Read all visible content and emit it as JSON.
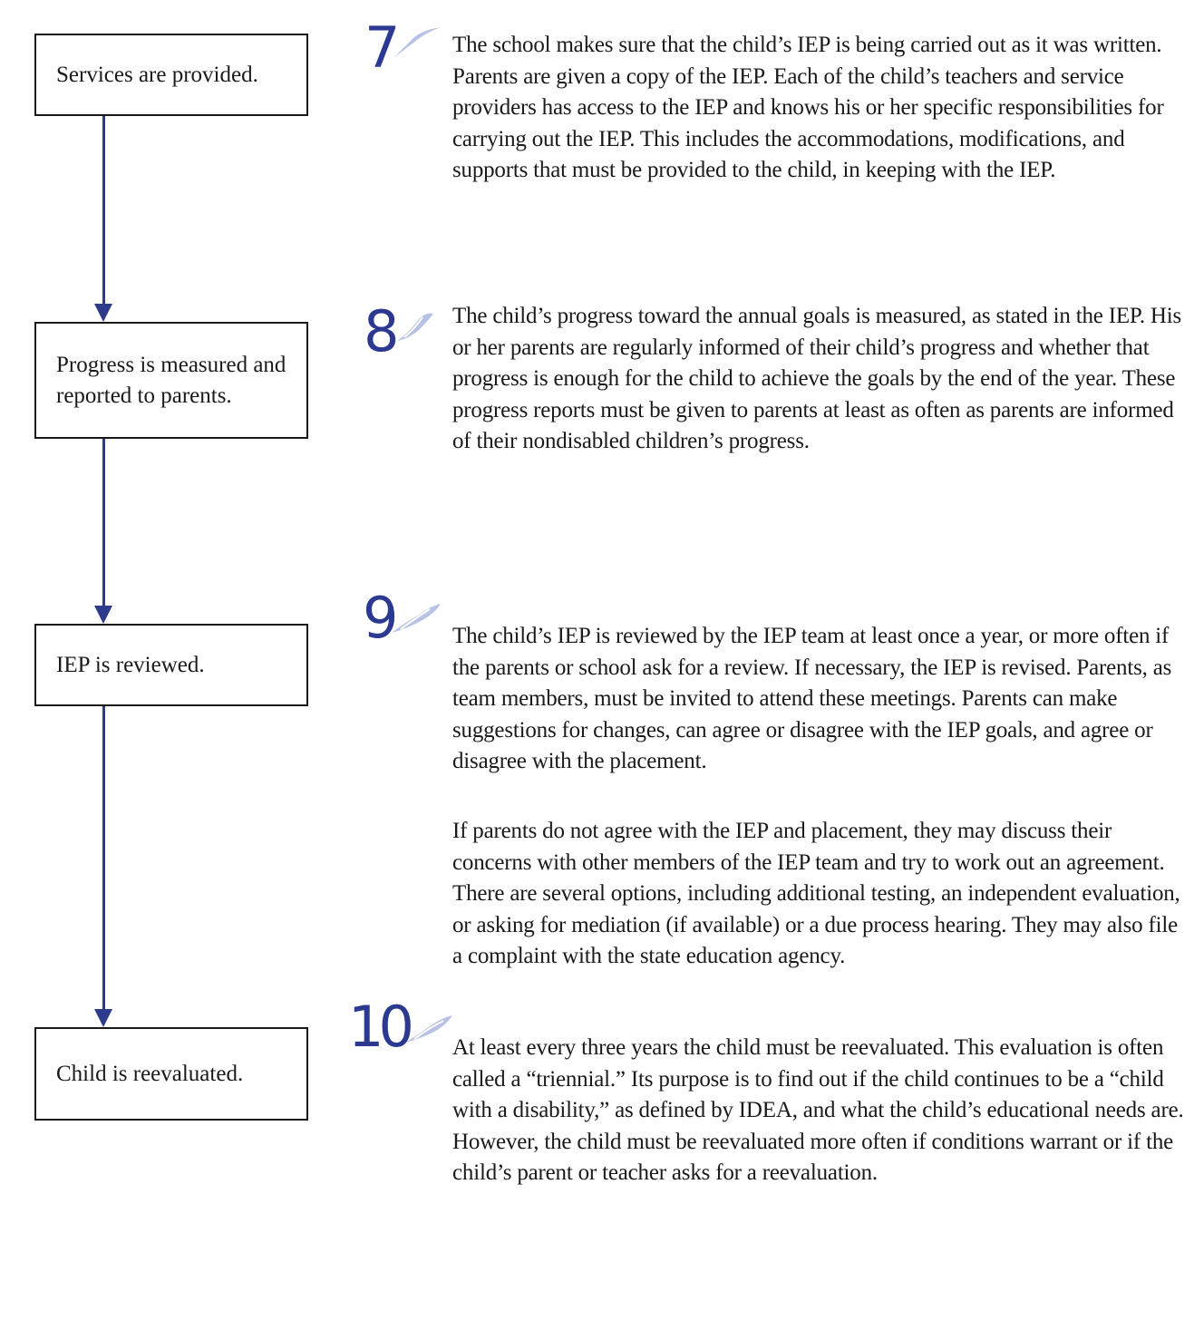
{
  "flowchart": {
    "boxes": [
      {
        "label": "Services are provided."
      },
      {
        "label": "Progress is measured and reported to parents."
      },
      {
        "label": "IEP is reviewed."
      },
      {
        "label": "Child is reevaluated."
      }
    ]
  },
  "colors": {
    "accent": "#2e3a8c",
    "swoosh": "#b8c2e4",
    "text": "#1a1a1a"
  },
  "steps": [
    {
      "number": "7",
      "paragraphs": [
        "The school makes sure that the child’s IEP is being carried out as it was written. Parents are given a copy of the IEP. Each of the child’s teachers and service providers has access to the IEP and knows his or her specific responsibilities for carrying out the IEP. This includes the accommodations, modifications, and supports that must be provided to the child, in keeping with the IEP."
      ]
    },
    {
      "number": "8",
      "paragraphs": [
        "The child’s progress toward the annual goals is measured, as stated in the IEP.  His or her parents are regularly informed of their child’s progress and whether that progress is enough for the child to achieve the goals by the end of the year. These progress reports must be given to parents at least as often as parents are informed of their nondisabled children’s progress."
      ]
    },
    {
      "number": "9",
      "paragraphs": [
        "The child’s IEP is reviewed  by the IEP team at least once a year, or more often if the parents or school ask for a review.  If necessary, the IEP is revised. Parents, as team members, must be invited to attend these meetings. Parents can make suggestions for changes, can agree or disagree with the IEP goals, and agree or disagree with the placement.",
        "If parents do not agree with the IEP and placement, they may discuss their concerns with other members of the IEP team and try to work out an agreement. There are several options, including additional testing, an independent evaluation, or asking for mediation (if available) or a due process hearing. They may also file a complaint with the state education agency."
      ]
    },
    {
      "number": "10",
      "paragraphs": [
        "At least every three years the child must be reevaluated. This evaluation is often called a “triennial.” Its purpose is to find out if the child continues to be a “child with a disability,” as defined by IDEA, and what the child’s educational needs are. However, the child must be reevaluated more often  if conditions warrant or if the child’s parent or teacher asks for a reevaluation."
      ]
    }
  ]
}
